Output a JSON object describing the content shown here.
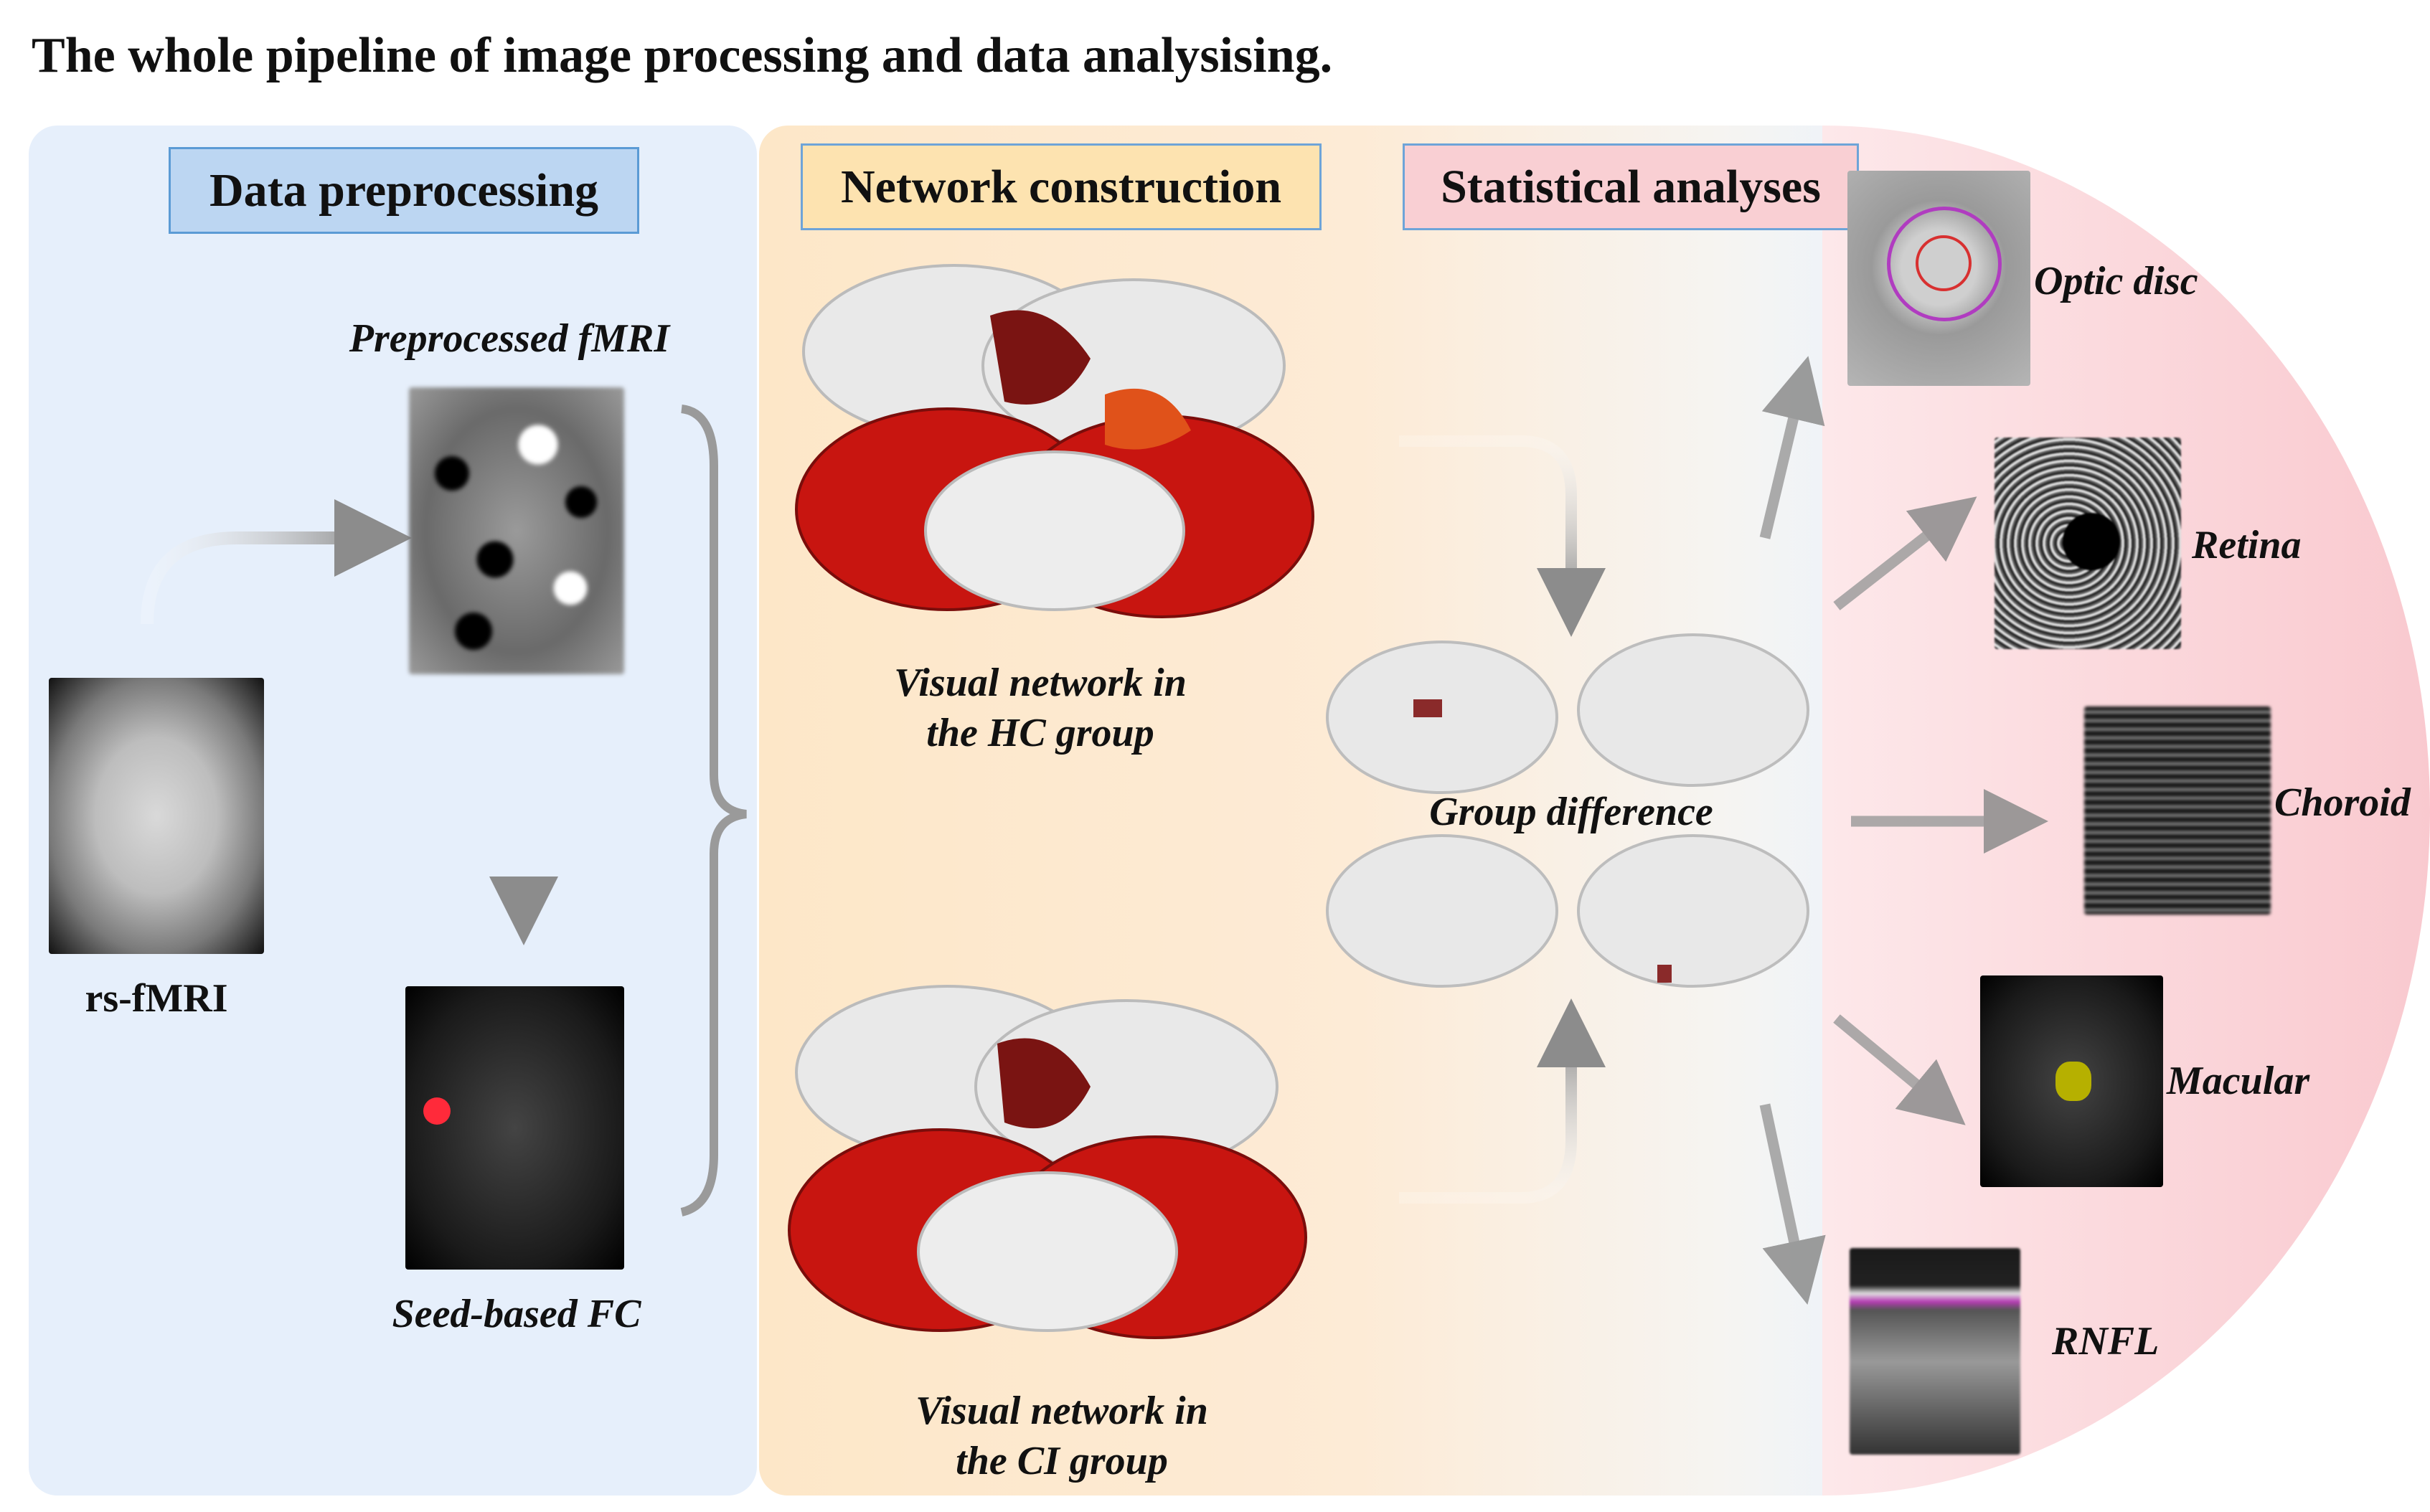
{
  "title": "The whole pipeline of image processing and data analysising.",
  "sections": {
    "preprocessing": "Data preprocessing",
    "network": "Network construction",
    "statistics": "Statistical analyses"
  },
  "labels": {
    "rs_fmri": "rs-fMRI",
    "preprocessed_fmri": "Preprocessed fMRI",
    "seed_fc": "Seed-based FC",
    "hc_line1": "Visual network in",
    "hc_line2": "the HC group",
    "ci_line1": "Visual network in",
    "ci_line2": "the CI group",
    "group_difference": "Group difference"
  },
  "eye_measures": [
    "Optic disc",
    "Retina",
    "Choroid",
    "Macular",
    "RNFL"
  ],
  "colors": {
    "panel_preprocessing": "#e6effb",
    "panel_network": "#fde7c8",
    "panel_statistics": "#f9c9cf",
    "activation": "#c0120f",
    "arrow": "#8c8c8c"
  }
}
